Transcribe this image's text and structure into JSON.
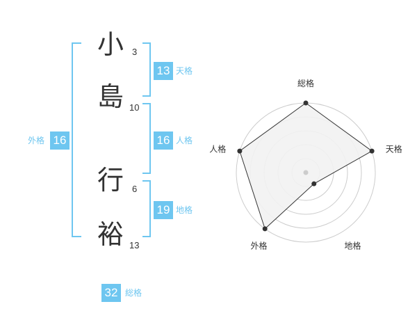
{
  "characters": [
    {
      "char": "小",
      "strokes": "3"
    },
    {
      "char": "島",
      "strokes": "10"
    },
    {
      "char": "行",
      "strokes": "6"
    },
    {
      "char": "裕",
      "strokes": "13"
    }
  ],
  "fortunes": {
    "tenkaku": {
      "value": "13",
      "label": "天格"
    },
    "jinkaku": {
      "value": "16",
      "label": "人格"
    },
    "chikaku": {
      "value": "19",
      "label": "地格"
    },
    "gaikaku": {
      "value": "16",
      "label": "外格"
    },
    "soukaku": {
      "value": "32",
      "label": "総格"
    }
  },
  "colors": {
    "accent": "#6ec6f0",
    "text": "#333333",
    "radar_fill": "#f2f2f2",
    "grid": "#cccccc"
  },
  "chart_data": {
    "type": "radar",
    "axes": [
      "総格",
      "天格",
      "地格",
      "外格",
      "人格"
    ],
    "scale_max": 5,
    "rings": 5,
    "values": [
      5,
      5,
      1,
      5,
      5
    ]
  }
}
